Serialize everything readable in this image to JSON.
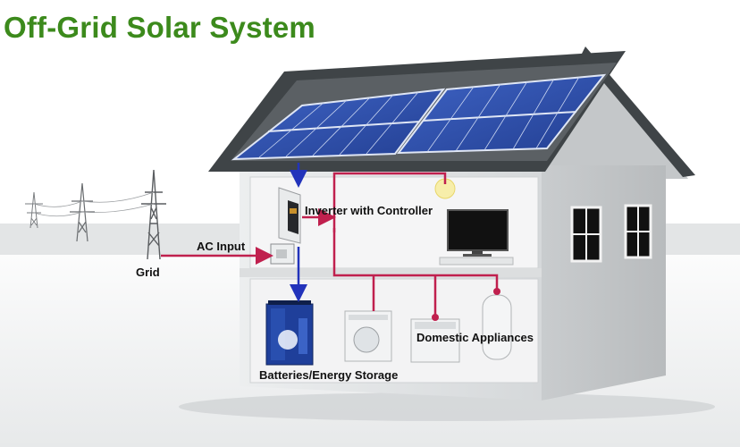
{
  "title": "Off-Grid Solar System",
  "labels": {
    "grid": "Grid",
    "ac_input": "AC Input",
    "inverter": "Inverter with Controller",
    "appliances": "Domestic Appliances",
    "batteries": "Batteries/Energy Storage"
  },
  "colors": {
    "title": "#3c8a1c",
    "dc_flow": "#2233bb",
    "ac_wiring": "#c0204e",
    "roof": "#3f4447",
    "panel": "#2e4fa8",
    "wall": "#d6d8db"
  }
}
